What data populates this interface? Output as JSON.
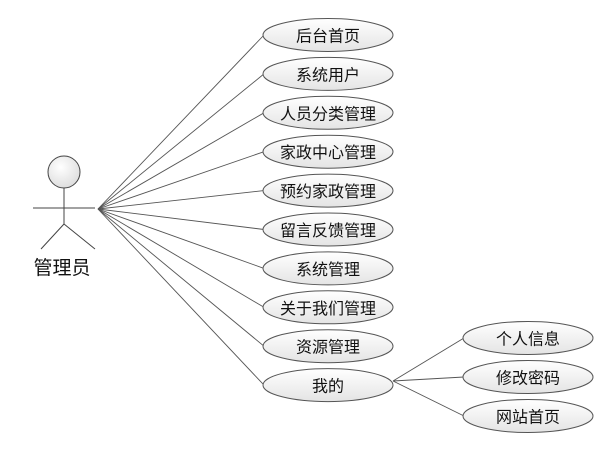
{
  "actor": {
    "name": "管理员"
  },
  "use_cases": [
    {
      "id": "home",
      "label": "后台首页"
    },
    {
      "id": "system-users",
      "label": "系统用户"
    },
    {
      "id": "staff-category",
      "label": "人员分类管理"
    },
    {
      "id": "housekeeping-center",
      "label": "家政中心管理"
    },
    {
      "id": "booking",
      "label": "预约家政管理"
    },
    {
      "id": "feedback",
      "label": "留言反馈管理"
    },
    {
      "id": "system-admin",
      "label": "系统管理"
    },
    {
      "id": "about-us",
      "label": "关于我们管理"
    },
    {
      "id": "resources",
      "label": "资源管理"
    },
    {
      "id": "mine",
      "label": "我的"
    }
  ],
  "sub_use_cases": [
    {
      "id": "personal-info",
      "label": "个人信息",
      "parent": "mine"
    },
    {
      "id": "change-password",
      "label": "修改密码",
      "parent": "mine"
    },
    {
      "id": "site-home",
      "label": "网站首页",
      "parent": "mine"
    }
  ]
}
